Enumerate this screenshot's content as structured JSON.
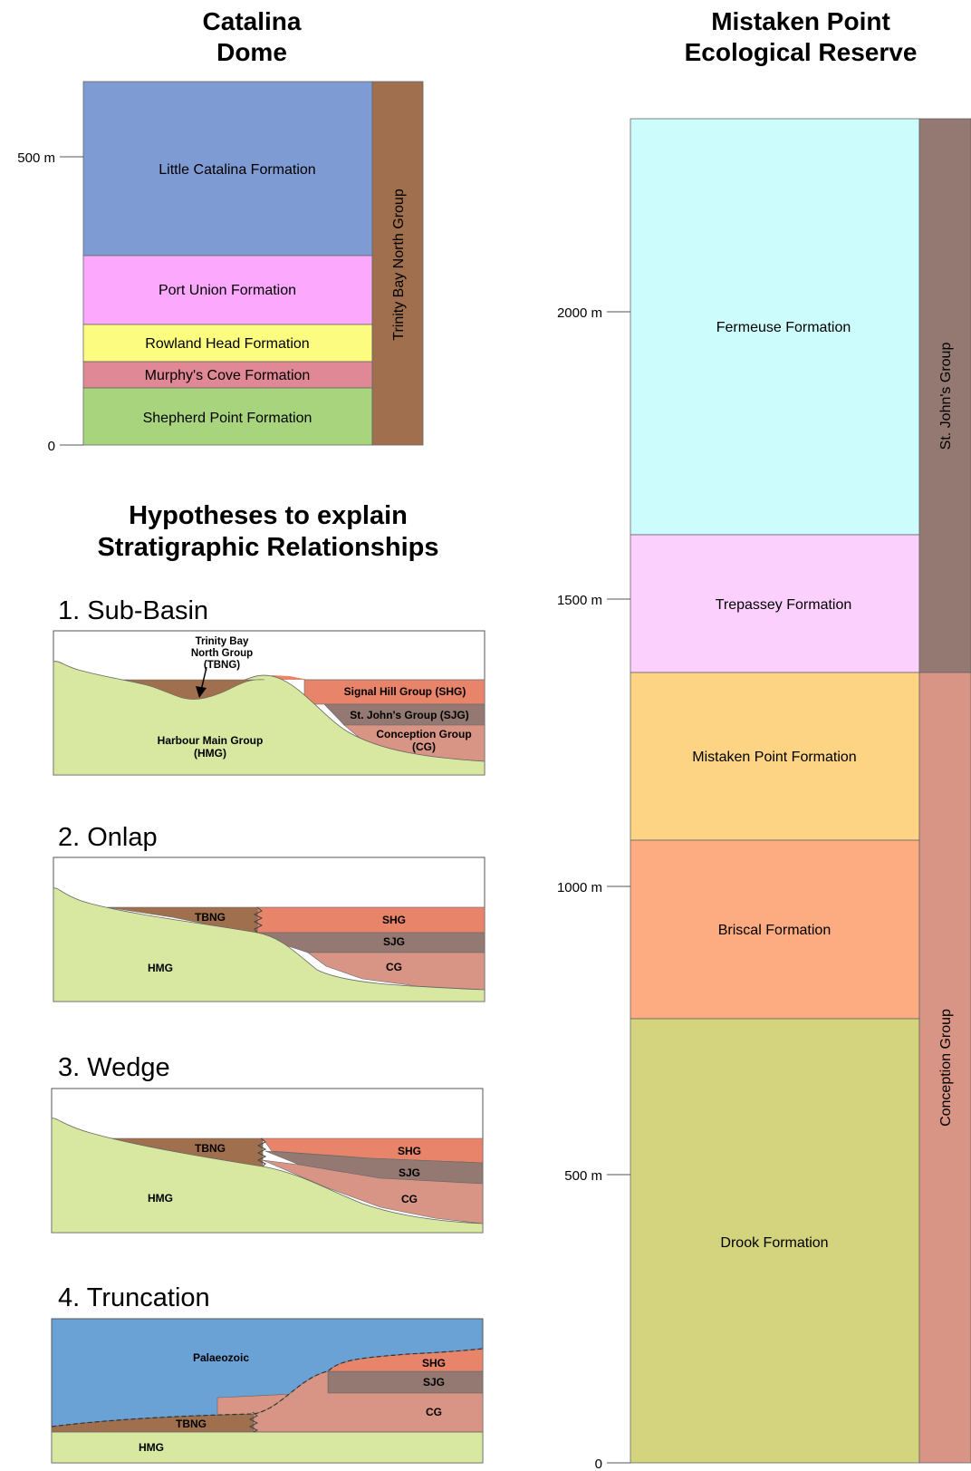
{
  "catalina": {
    "title_line1": "Catalina",
    "title_line2": "Dome",
    "tick_500": "500 m",
    "tick_0": "0",
    "formations": {
      "little_catalina": "Little Catalina Formation",
      "port_union": "Port Union Formation",
      "rowland_head": "Rowland Head Formation",
      "murphys_cove": "Murphy's Cove Formation",
      "shepherd_point": "Shepherd Point Formation"
    },
    "group": "Trinity Bay North Group"
  },
  "mistaken": {
    "title_line1": "Mistaken Point",
    "title_line2": "Ecological Reserve",
    "ticks": [
      "2000 m",
      "1500 m",
      "1000 m",
      "500 m",
      "0"
    ],
    "formations": {
      "fermeuse": "Fermeuse Formation",
      "trepassey": "Trepassey Formation",
      "mistaken_point": "Mistaken Point Formation",
      "briscal": "Briscal Formation",
      "drook": "Drook Formation"
    },
    "groups": {
      "st_johns": "St. John's Group",
      "conception": "Conception Group"
    }
  },
  "hypotheses": {
    "title_line1": "Hypotheses to explain",
    "title_line2": "Stratigraphic Relationships",
    "sub_basin": {
      "heading": "1. Sub-Basin",
      "tbng_line1": "Trinity Bay",
      "tbng_line2": "North Group",
      "tbng_line3": "(TBNG)",
      "shg": "Signal Hill Group (SHG)",
      "sjg": "St. John's Group (SJG)",
      "cg_line1": "Conception Group",
      "cg_line2": "(CG)",
      "hmg_line1": "Harbour Main Group",
      "hmg_line2": "(HMG)"
    },
    "onlap": {
      "heading": "2. Onlap",
      "tbng": "TBNG",
      "shg": "SHG",
      "sjg": "SJG",
      "cg": "CG",
      "hmg": "HMG"
    },
    "wedge": {
      "heading": "3. Wedge",
      "tbng": "TBNG",
      "shg": "SHG",
      "sjg": "SJG",
      "cg": "CG",
      "hmg": "HMG"
    },
    "truncation": {
      "heading": "4. Truncation",
      "palaeozoic": "Palaeozoic",
      "shg": "SHG",
      "sjg": "SJG",
      "cg": "CG",
      "tbng": "TBNG",
      "hmg": "HMG"
    }
  },
  "colors": {
    "little_catalina": "#7f9bd3",
    "port_union": "#fca8fc",
    "rowland_head": "#fcfc80",
    "murphys_cove": "#e08896",
    "shepherd_point": "#a8d47e",
    "tbng": "#a0704e",
    "fermeuse": "#ccfcfc",
    "trepassey": "#fcd0fc",
    "mistaken_point": "#fcd484",
    "briscal": "#fcac80",
    "drook": "#d4d47e",
    "st_johns": "#947872",
    "conception": "#d89484",
    "hmg": "#d8e8a0",
    "shg": "#e8846a",
    "palaeozoic": "#6aa2d6"
  }
}
